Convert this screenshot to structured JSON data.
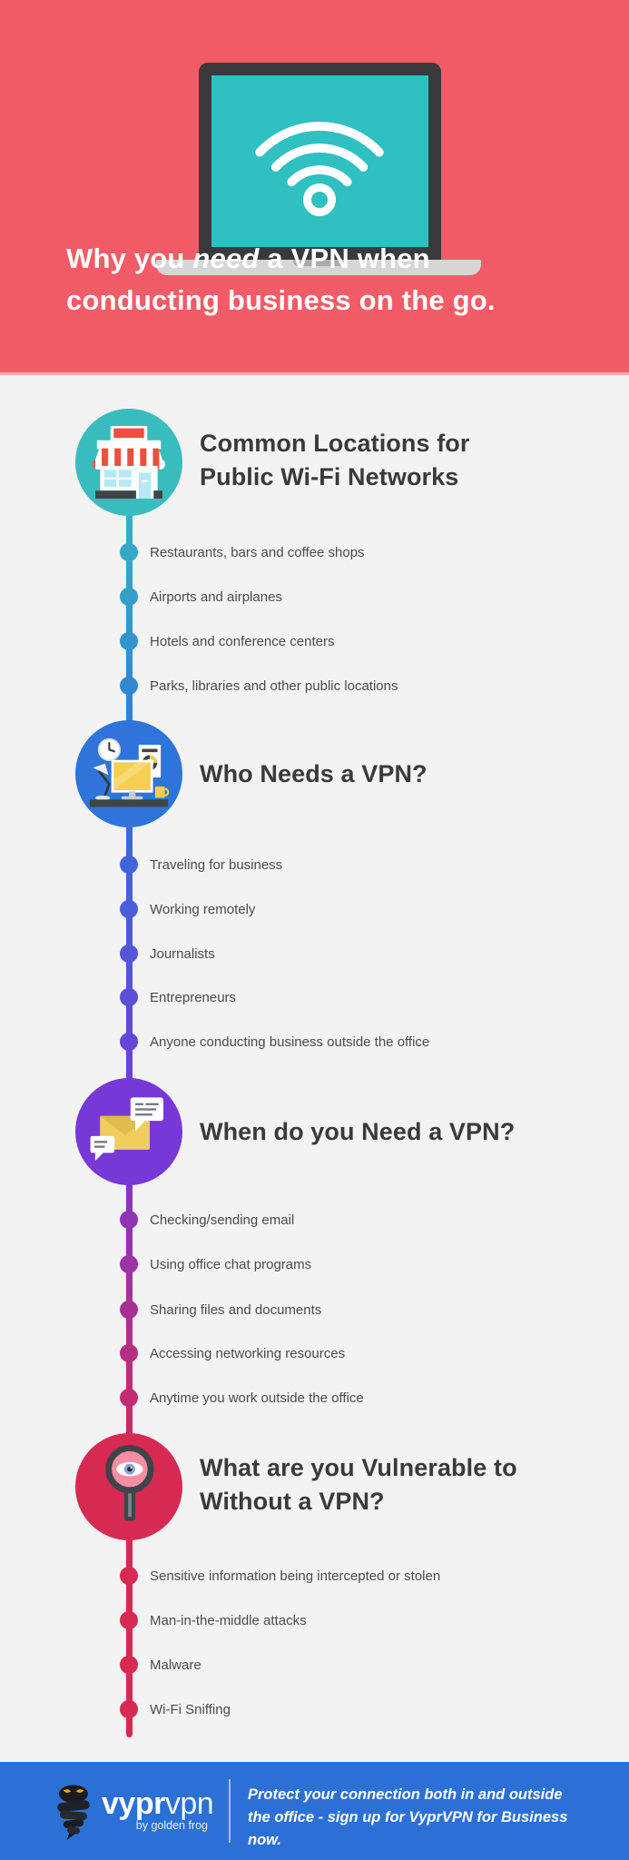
{
  "header": {
    "title_pre": "Why you ",
    "title_emphasis": "need",
    "title_post": " a VPN when",
    "title_line2": "conducting business on the go.",
    "icon": "laptop-wifi-icon",
    "background_color": "#F25C66",
    "screen_color": "#2FC0C1"
  },
  "sections": [
    {
      "icon": "storefront-icon",
      "accent_color": "#39BCBE",
      "title_lines": [
        "Common Locations for",
        "Public Wi-Fi Networks"
      ],
      "items": [
        "Restaurants, bars and coffee shops",
        "Airports and airplanes",
        "Hotels and conference centers",
        "Parks, libraries and other public locations"
      ]
    },
    {
      "icon": "workstation-desk-icon",
      "accent_color": "#2E74D9",
      "title_lines": [
        "Who Needs a VPN?"
      ],
      "items": [
        "Traveling for business",
        "Working remotely",
        "Journalists",
        "Entrepreneurs",
        "Anyone conducting business outside the office"
      ]
    },
    {
      "icon": "email-chat-icon",
      "accent_color": "#7638D6",
      "title_lines": [
        "When do you Need a VPN?"
      ],
      "items": [
        "Checking/sending email",
        "Using office chat programs",
        "Sharing files and documents",
        "Accessing networking resources",
        "Anytime you work outside the office"
      ]
    },
    {
      "icon": "magnifier-eye-icon",
      "accent_color": "#D72A52",
      "title_lines": [
        "What are you Vulnerable to",
        "Without a VPN?"
      ],
      "items": [
        "Sensitive information being intercepted or stolen",
        "Man-in-the-middle attacks",
        "Malware",
        "Wi-Fi Sniffing"
      ]
    }
  ],
  "timeline": {
    "gradient_colors": [
      "#39BCBE",
      "#2E74D9",
      "#7638D6",
      "#D72A52"
    ]
  },
  "footer": {
    "logo_icon": "golden-frog-snake-icon",
    "logo_bold": "vypr",
    "logo_light": "vpn",
    "logo_sub": "by golden frog",
    "tagline": "Protect your connection both in and outside the office - sign up for VyprVPN for Business now.",
    "background_color": "#2D70D5"
  },
  "colors": {
    "body_background": "#F3F3F4",
    "title_text": "#3A3A3A",
    "item_text": "#4B4B4B"
  }
}
